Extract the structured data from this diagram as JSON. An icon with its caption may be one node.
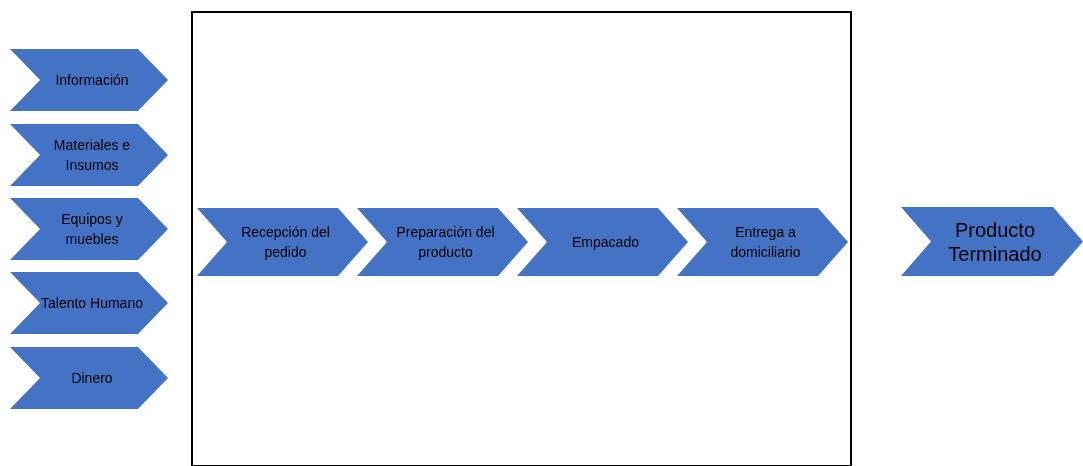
{
  "diagram": {
    "nodes": [
      {
        "text": [
          "Información"
        ]
      },
      {
        "text": [
          "Materiales e Insumos"
        ]
      },
      {
        "text": [
          "Equipos y muebles"
        ]
      },
      {
        "text": [
          "Talento Humano"
        ]
      },
      {
        "text": [
          "Dinero"
        ]
      },
      {
        "text": [],
        "shape": "box"
      },
      {
        "text": [
          "Recepción del pedido"
        ],
        "in": 5
      },
      {
        "text": [
          "Preparación del producto"
        ],
        "in": 5
      },
      {
        "text": [
          "Empacado"
        ],
        "in": 5
      },
      {
        "text": [
          "Entrega a domiciliario"
        ],
        "in": 5
      },
      {
        "text": [
          "Producto Terminado"
        ]
      }
    ]
  }
}
